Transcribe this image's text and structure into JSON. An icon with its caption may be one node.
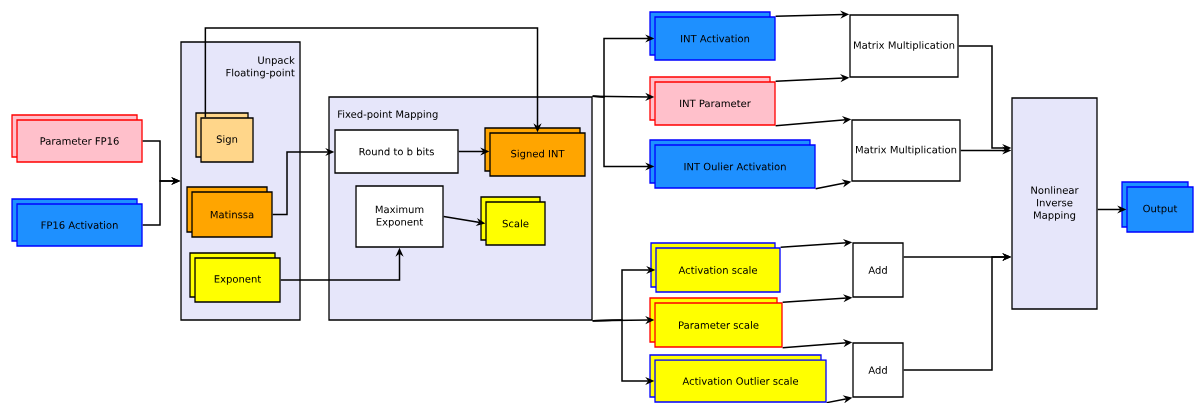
{
  "diagram": {
    "nodes": [
      {
        "text": [
          "Unpack Floating-point"
        ]
      },
      {
        "text": [
          "Parameter FP16"
        ]
      },
      {
        "text": [
          "FP16 Activation"
        ]
      },
      {
        "text": [
          "Sign"
        ],
        "in": 0
      },
      {
        "text": [
          "Matinssa"
        ],
        "in": 0
      },
      {
        "text": [
          "Exponent"
        ],
        "in": 0
      },
      {
        "text": [
          "Fixed-point Mapping"
        ]
      },
      {
        "text": [
          "Round to b bits"
        ],
        "in": 6
      },
      {
        "text": [
          "Signed INT"
        ],
        "in": 6
      },
      {
        "text": [
          "Maximum Exponent"
        ],
        "in": 6
      },
      {
        "text": [
          "Scale"
        ],
        "in": 6
      },
      {
        "text": [
          "INT Activation"
        ]
      },
      {
        "text": [
          "INT Parameter"
        ]
      },
      {
        "text": [
          "INT Oulier Activation"
        ]
      },
      {
        "text": [
          "Matrix Multiplication"
        ]
      },
      {
        "text": [
          "Matrix Multiplication"
        ]
      },
      {
        "text": [
          "Activation scale"
        ]
      },
      {
        "text": [
          "Parameter scale"
        ]
      },
      {
        "text": [
          "Activation Outlier scale"
        ]
      },
      {
        "text": [
          "Add"
        ]
      },
      {
        "text": [
          "Add"
        ]
      },
      {
        "text": [
          "Nonlinear Inverse Mapping"
        ]
      },
      {
        "text": [
          "Output"
        ]
      }
    ],
    "edges": [
      {
        "from": 1,
        "to": 0,
        "arrow": "to"
      },
      {
        "from": 2,
        "to": 0,
        "arrow": "to"
      },
      {
        "from": 3,
        "to": 8,
        "arrow": "to"
      },
      {
        "from": 4,
        "to": 7,
        "arrow": "to"
      },
      {
        "from": 5,
        "to": 9,
        "arrow": "to"
      },
      {
        "from": 7,
        "to": 8,
        "arrow": "to"
      },
      {
        "from": 9,
        "to": 10,
        "arrow": "to"
      },
      {
        "from": 6,
        "to": 11,
        "arrow": "to"
      },
      {
        "from": 6,
        "to": 12,
        "arrow": "to"
      },
      {
        "from": 6,
        "to": 13,
        "arrow": "to"
      },
      {
        "from": 6,
        "to": 16,
        "arrow": "to"
      },
      {
        "from": 6,
        "to": 17,
        "arrow": "to"
      },
      {
        "from": 6,
        "to": 18,
        "arrow": "to"
      },
      {
        "from": 11,
        "to": 14,
        "arrow": "to"
      },
      {
        "from": 12,
        "to": 14,
        "arrow": "to"
      },
      {
        "from": 12,
        "to": 15,
        "arrow": "to"
      },
      {
        "from": 13,
        "to": 15,
        "arrow": "to"
      },
      {
        "from": 16,
        "to": 19,
        "arrow": "to"
      },
      {
        "from": 17,
        "to": 19,
        "arrow": "to"
      },
      {
        "from": 17,
        "to": 20,
        "arrow": "to"
      },
      {
        "from": 18,
        "to": 20,
        "arrow": "to"
      },
      {
        "from": 14,
        "to": 21,
        "arrow": "to"
      },
      {
        "from": 15,
        "to": 21,
        "arrow": "to"
      },
      {
        "from": 19,
        "to": 21,
        "arrow": "to"
      },
      {
        "from": 20,
        "to": 21,
        "arrow": "to"
      },
      {
        "from": 21,
        "to": 22,
        "arrow": "to"
      }
    ]
  }
}
